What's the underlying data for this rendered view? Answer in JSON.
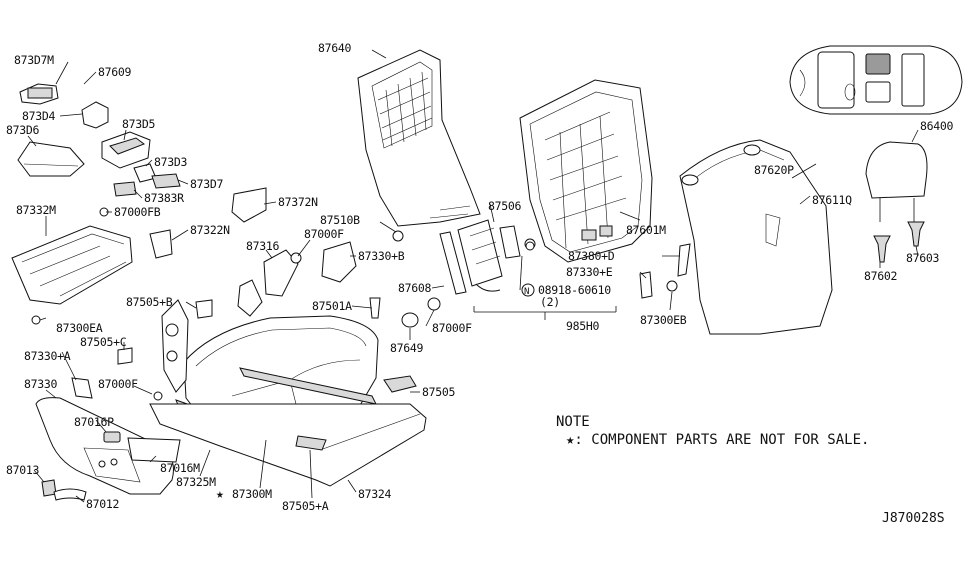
{
  "diagram_id": "J870028S",
  "note": {
    "title": "NOTE",
    "text": "★: COMPONENT PARTS ARE NOT FOR SALE."
  },
  "labels": {
    "p87307M": "873D7M",
    "p87609": "87609",
    "p87304": "873D4",
    "p87306": "873D6",
    "p87305": "873D5",
    "p87303": "873D3",
    "p87307": "873D7",
    "p87383R": "87383R",
    "p87000FB": "87000FB",
    "p87332M": "87332M",
    "p87372N": "87372N",
    "p87322N": "87322N",
    "p87316": "87316",
    "p87000F_a": "87000F",
    "p87330B": "87330+B",
    "p87510B": "87510B",
    "p87640": "87640",
    "p87506": "87506",
    "p87601M": "87601M",
    "p87620P": "87620P",
    "p87611Q": "87611Q",
    "p86400": "86400",
    "p87380D": "87380+D",
    "p87330E": "87330+E",
    "p08918": "08918-60610",
    "p08918qty": "(2)",
    "p08918n": "N",
    "p87608": "87608",
    "p87000F_b": "87000F",
    "p985H0": "985H0",
    "p87300EB": "87300EB",
    "p87602": "87602",
    "p87603": "87603",
    "p87649": "87649",
    "p87501A": "87501A",
    "p87505B": "87505+B",
    "p87300EA": "87300EA",
    "p87505C": "87505+C",
    "p87330A": "87330+A",
    "p87330": "87330",
    "p87000F_c": "87000F",
    "p87016P": "87016P",
    "p87016M": "87016M",
    "p87325M": "87325M",
    "p87300M": "87300M",
    "p87300Mstar": "★",
    "p87505": "87505",
    "p87505A": "87505+A",
    "p87324": "87324",
    "p87013": "87013",
    "p87012": "87012"
  }
}
